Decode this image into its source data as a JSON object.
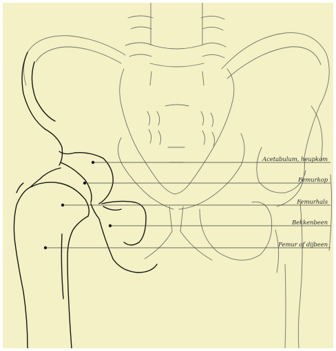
{
  "labels": [
    {
      "id": "acetabulum",
      "text": "Acetabulum, heupkom"
    },
    {
      "id": "femurkop",
      "text": "Femurkop"
    },
    {
      "id": "femurhals",
      "text": "Femurhals"
    },
    {
      "id": "bekkenbeen",
      "text": "Bekkenbeen"
    },
    {
      "id": "femur-of-dijbeen",
      "text": "Femur of dijbeen"
    }
  ],
  "colors": {
    "paper": "#f3f1c5",
    "ink_dark": "#141414",
    "ink_light": "#6f6f66"
  }
}
